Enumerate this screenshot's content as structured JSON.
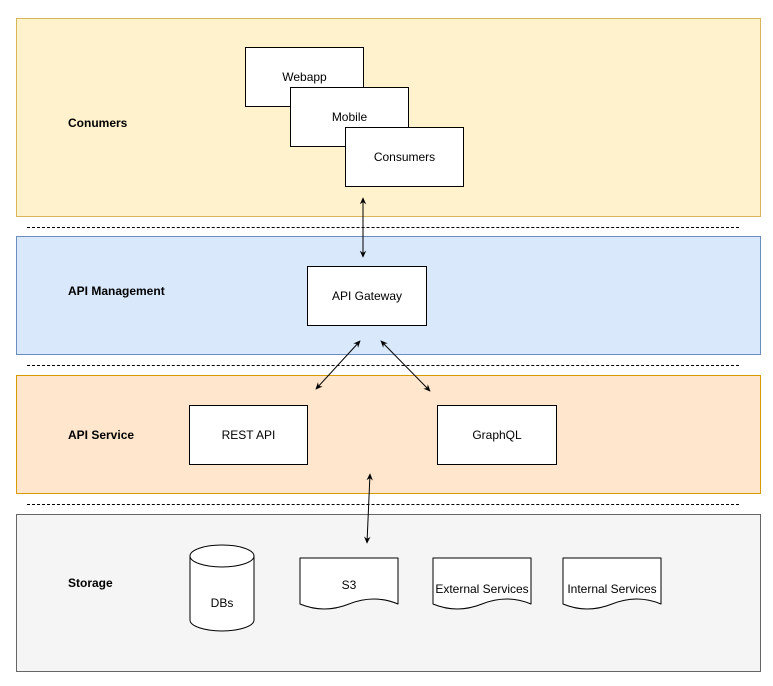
{
  "layers": {
    "consumers": {
      "label": "Conumers",
      "fill": "#fff2cc",
      "stroke": "#d6b656"
    },
    "api_management": {
      "label": "API Management",
      "fill": "#dae8fc",
      "stroke": "#6c8ebf"
    },
    "api_service": {
      "label": "API Service",
      "fill": "#ffe6cc",
      "stroke": "#d79b00"
    },
    "storage": {
      "label": "Storage",
      "fill": "#f5f5f5",
      "stroke": "#666666"
    }
  },
  "nodes": {
    "webapp": "Webapp",
    "mobile": "Mobile",
    "consumers": "Consumers",
    "api_gateway": "API Gateway",
    "rest_api": "REST API",
    "graphql": "GraphQL",
    "dbs": "DBs",
    "s3": "S3",
    "external_services": "External Services",
    "internal_services": "Internal Services"
  }
}
